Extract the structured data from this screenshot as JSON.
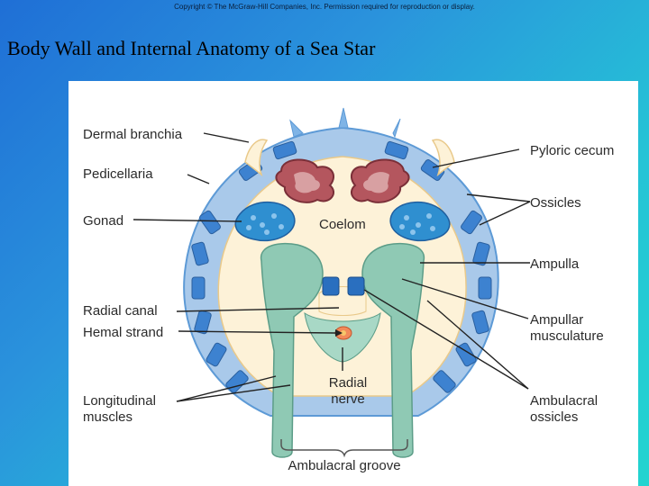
{
  "copyright": "Copyright © The McGraw-Hill Companies, Inc. Permission required for reproduction or display.",
  "title": "Body Wall and Internal Anatomy of a Sea Star",
  "labels": {
    "dermal_branchia": "Dermal branchia",
    "pedicellaria": "Pedicellaria",
    "gonad": "Gonad",
    "coelom": "Coelom",
    "pyloric_cecum": "Pyloric cecum",
    "ossicles": "Ossicles",
    "ampulla": "Ampulla",
    "ampullar_musculature_1": "Ampullar",
    "ampullar_musculature_2": "musculature",
    "radial_canal": "Radial canal",
    "hemal_strand": "Hemal strand",
    "radial_nerve_1": "Radial",
    "radial_nerve_2": "nerve",
    "longitudinal_muscles_1": "Longitudinal",
    "longitudinal_muscles_2": "muscles",
    "ambulacral_ossicles_1": "Ambulacral",
    "ambulacral_ossicles_2": "ossicles",
    "ambulacral_groove": "Ambulacral groove"
  },
  "colors": {
    "background_start": "#1f6fd6",
    "background_end": "#22d4d0",
    "body_wall": "#a9c9ea",
    "ossicle": "#3d82d0",
    "coelom": "#fdf2d8",
    "pyloric_cecum": "#b4565e",
    "gonad": "#2f8fd0",
    "tube_foot": "#8fc9b4",
    "ambulacral_ossicle": "#2a6fbf",
    "hemal": "#f28a5a"
  }
}
